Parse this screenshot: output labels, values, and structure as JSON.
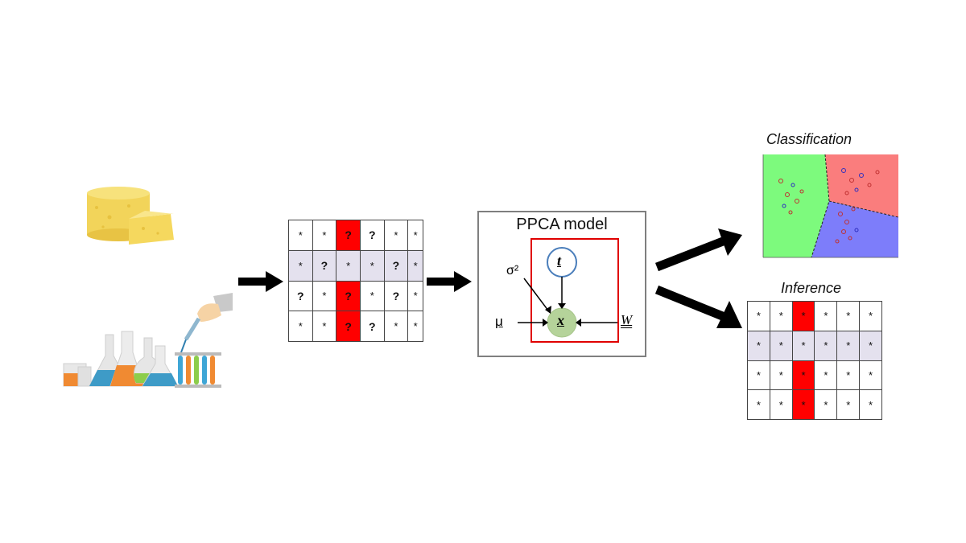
{
  "model": {
    "title": "PPCA model",
    "latent": "t",
    "observed": "x",
    "sigma": "σ²",
    "mu": "μ",
    "weights": "W"
  },
  "outputs": {
    "classification_label": "Classification",
    "inference_label": "Inference"
  },
  "input_table": {
    "rows": [
      [
        "*",
        "*",
        "?",
        "?",
        "*",
        "*"
      ],
      [
        "*",
        "?",
        "*",
        "*",
        "?",
        "*"
      ],
      [
        "?",
        "*",
        "?",
        "*",
        "?",
        "*"
      ],
      [
        "*",
        "*",
        "?",
        "?",
        "*",
        "*"
      ]
    ],
    "highlight_row": 1,
    "highlight_col": 2
  },
  "output_table": {
    "rows": [
      [
        "*",
        "*",
        "*",
        "*",
        "*",
        "*"
      ],
      [
        "*",
        "*",
        "*",
        "*",
        "*",
        "*"
      ],
      [
        "*",
        "*",
        "*",
        "*",
        "*",
        "*"
      ],
      [
        "*",
        "*",
        "*",
        "*",
        "*",
        "*"
      ]
    ],
    "highlight_row": 1,
    "highlight_col": 2
  },
  "colors": {
    "grid_highlight_col": "#ff0000",
    "grid_highlight_row": "#e4e1ee",
    "plate": "#e00000",
    "latent_node": "#4a7ebb",
    "observed_node": "#b5d39a",
    "region_green": "#7dfa7d",
    "region_red": "#fa7d7d",
    "region_blue": "#7d7dfa"
  },
  "icons": [
    "cheese-icon",
    "laboratory-flasks-icon",
    "pipette-hand-icon"
  ]
}
